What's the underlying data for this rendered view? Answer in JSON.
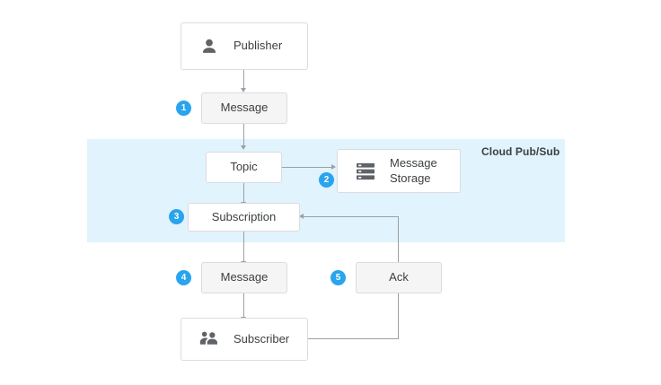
{
  "diagram": {
    "region": {
      "label": "Cloud Pub/Sub",
      "fill": "#E1F3FC"
    },
    "theme": {
      "badge_color": "#29A4EE",
      "connector_color": "#9AA0A6",
      "box_border": "#DADCE0",
      "box_fill_white": "#FFFFFF",
      "box_fill_gray": "#F5F5F5",
      "text_color": "#3C4043",
      "icon_color": "#5F6368"
    },
    "nodes": [
      {
        "id": "publisher",
        "label": "Publisher",
        "icon": "person-icon"
      },
      {
        "id": "message-top",
        "label": "Message",
        "icon": ""
      },
      {
        "id": "topic",
        "label": "Topic",
        "icon": ""
      },
      {
        "id": "message-storage",
        "label": "Message Storage",
        "label_line1": "Message",
        "label_line2": "Storage",
        "icon": "storage-icon"
      },
      {
        "id": "subscription",
        "label": "Subscription",
        "icon": ""
      },
      {
        "id": "message-bottom",
        "label": "Message",
        "icon": ""
      },
      {
        "id": "ack",
        "label": "Ack",
        "icon": ""
      },
      {
        "id": "subscriber",
        "label": "Subscriber",
        "icon": "people-icon"
      }
    ],
    "steps": [
      {
        "number": "1",
        "describes": "Publisher sends Message to Topic"
      },
      {
        "number": "2",
        "describes": "Topic writes to Message Storage"
      },
      {
        "number": "3",
        "describes": "Subscription pulls from Topic"
      },
      {
        "number": "4",
        "describes": "Message delivered to Subscriber"
      },
      {
        "number": "5",
        "describes": "Subscriber returns Ack to Subscription"
      }
    ]
  }
}
